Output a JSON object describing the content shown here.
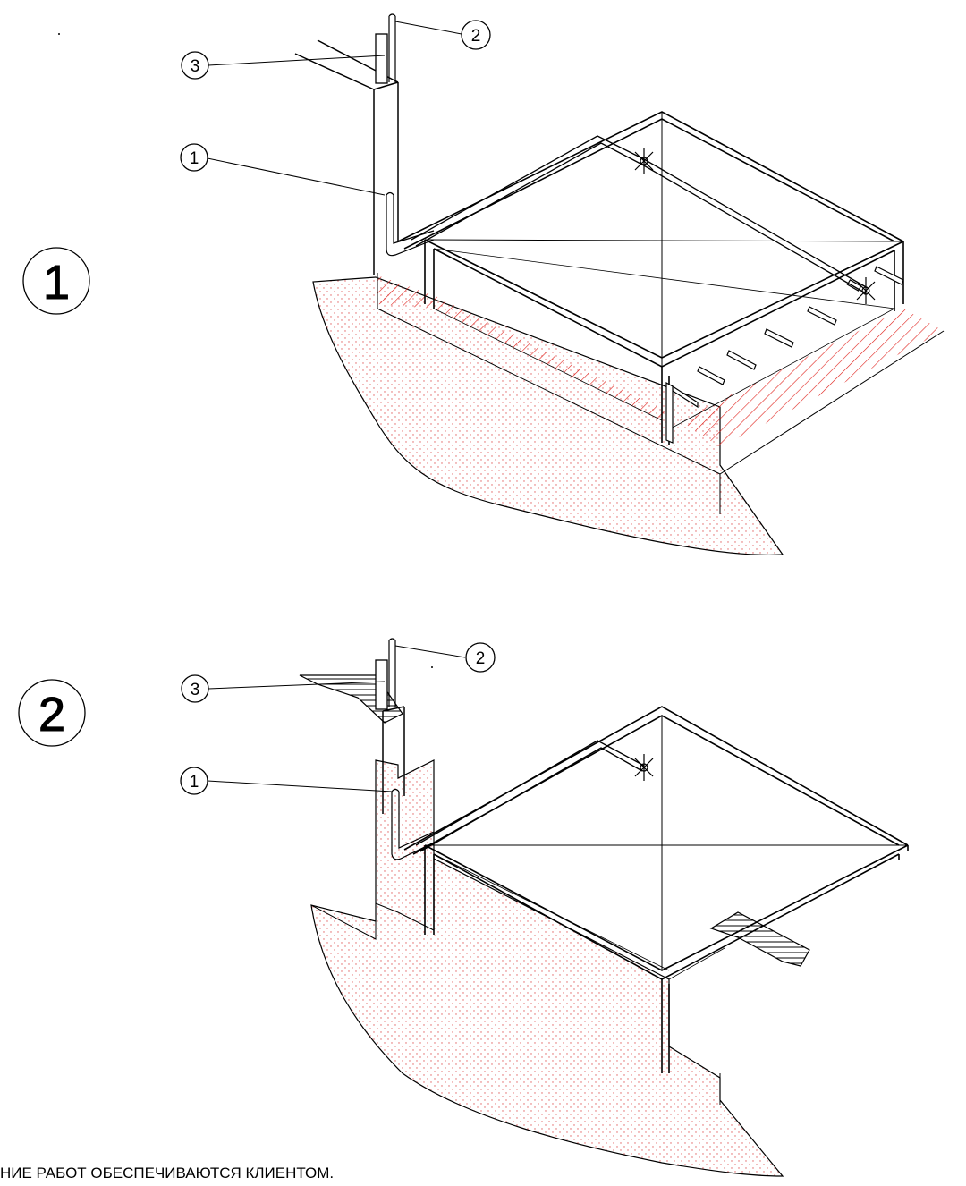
{
  "views": [
    {
      "number": "1",
      "callouts": [
        {
          "number": "1"
        },
        {
          "number": "2"
        },
        {
          "number": "3"
        }
      ]
    },
    {
      "number": "2",
      "callouts": [
        {
          "number": "1"
        },
        {
          "number": "2"
        },
        {
          "number": "3"
        }
      ]
    }
  ],
  "footer_note": "НИЕ РАБОТ ОБЕСПЕЧИВАЮТСЯ КЛИЕНТОМ.",
  "colors": {
    "line": "#000000",
    "hatch_red": "#e0201a",
    "stipple_red": "#e06060",
    "background": "#ffffff"
  }
}
